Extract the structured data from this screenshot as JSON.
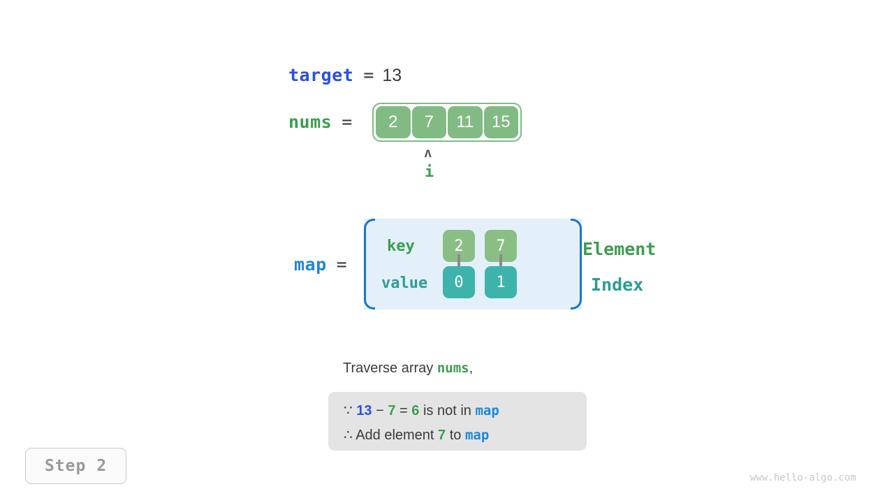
{
  "target": {
    "name": "target",
    "equals": "=",
    "value": "13"
  },
  "nums": {
    "name": "nums",
    "equals": "=",
    "cells": [
      "2",
      "7",
      "11",
      "15"
    ],
    "pointer": {
      "caret": "ʌ",
      "label": "i",
      "index": 1
    }
  },
  "map": {
    "name": "map",
    "equals": "=",
    "row_labels": {
      "key": "key",
      "value": "value"
    },
    "side_labels": {
      "element": "Element",
      "index": "Index"
    },
    "entries": [
      {
        "key": "2",
        "value": "0"
      },
      {
        "key": "7",
        "value": "1"
      }
    ]
  },
  "caption": {
    "prefix": "Traverse array ",
    "keyword": "nums",
    "suffix": ","
  },
  "explanation": {
    "line1": {
      "because_symbol": "∵",
      "target": "13",
      "minus": "−",
      "element": "7",
      "equals": "=",
      "remainder": "6",
      "text": "is not in",
      "map": "map"
    },
    "line2": {
      "therefore_symbol": "∴",
      "text_before": "Add element",
      "element": "7",
      "text_middle": "to",
      "map": "map"
    }
  },
  "step_badge": {
    "label": "Step 2"
  },
  "watermark": {
    "text": "www.hello-algo.com"
  },
  "colors": {
    "target_blue": "#2a52df",
    "map_blue": "#1e88d8",
    "green": "#3c9e4f",
    "teal": "#2e9c96",
    "array_cell": "#81bb83",
    "map_key_cell": "#8bbe85",
    "map_value_cell": "#3eb3ac",
    "map_bg": "#e3f0fa",
    "map_border": "#1976c8",
    "explain_bg": "#e4e4e4",
    "badge_text": "#9a9a9a"
  }
}
